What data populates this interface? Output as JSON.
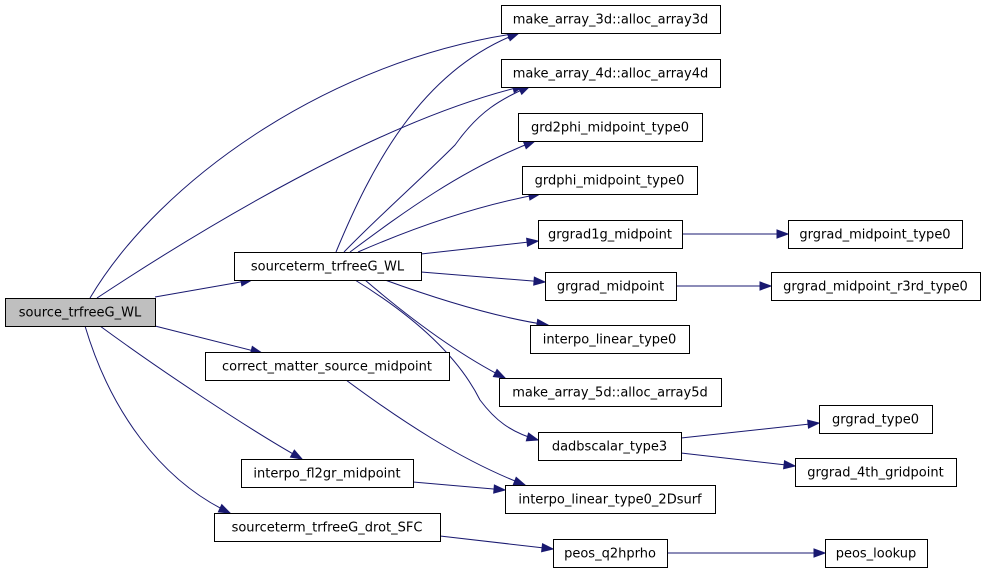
{
  "graph": {
    "nodes": [
      {
        "id": "n0",
        "label": "source_trfreeG_WL",
        "root": true
      },
      {
        "id": "n1",
        "label": "make_array_3d::alloc_array3d"
      },
      {
        "id": "n2",
        "label": "make_array_4d::alloc_array4d"
      },
      {
        "id": "n3",
        "label": "sourceterm_trfreeG_WL"
      },
      {
        "id": "n4",
        "label": "correct_matter_source_midpoint"
      },
      {
        "id": "n5",
        "label": "interpo_fl2gr_midpoint"
      },
      {
        "id": "n6",
        "label": "sourceterm_trfreeG_drot_SFC"
      },
      {
        "id": "n7",
        "label": "grd2phi_midpoint_type0"
      },
      {
        "id": "n8",
        "label": "grdphi_midpoint_type0"
      },
      {
        "id": "n9",
        "label": "grgrad1g_midpoint"
      },
      {
        "id": "n10",
        "label": "grgrad_midpoint"
      },
      {
        "id": "n11",
        "label": "interpo_linear_type0"
      },
      {
        "id": "n12",
        "label": "make_array_5d::alloc_array5d"
      },
      {
        "id": "n13",
        "label": "dadbscalar_type3"
      },
      {
        "id": "n14",
        "label": "interpo_linear_type0_2Dsurf"
      },
      {
        "id": "n15",
        "label": "peos_q2hprho"
      },
      {
        "id": "n16",
        "label": "grgrad_midpoint_type0"
      },
      {
        "id": "n17",
        "label": "grgrad_midpoint_r3rd_type0"
      },
      {
        "id": "n18",
        "label": "grgrad_type0"
      },
      {
        "id": "n19",
        "label": "grgrad_4th_gridpoint"
      },
      {
        "id": "n20",
        "label": "peos_lookup"
      }
    ],
    "edges": [
      {
        "from": "n0",
        "to": "n1"
      },
      {
        "from": "n0",
        "to": "n2"
      },
      {
        "from": "n0",
        "to": "n3"
      },
      {
        "from": "n0",
        "to": "n4"
      },
      {
        "from": "n0",
        "to": "n5"
      },
      {
        "from": "n0",
        "to": "n6"
      },
      {
        "from": "n3",
        "to": "n1"
      },
      {
        "from": "n3",
        "to": "n2"
      },
      {
        "from": "n3",
        "to": "n7"
      },
      {
        "from": "n3",
        "to": "n8"
      },
      {
        "from": "n3",
        "to": "n9"
      },
      {
        "from": "n3",
        "to": "n10"
      },
      {
        "from": "n3",
        "to": "n11"
      },
      {
        "from": "n3",
        "to": "n12"
      },
      {
        "from": "n3",
        "to": "n13"
      },
      {
        "from": "n4",
        "to": "n14"
      },
      {
        "from": "n5",
        "to": "n14"
      },
      {
        "from": "n6",
        "to": "n15"
      },
      {
        "from": "n9",
        "to": "n16"
      },
      {
        "from": "n10",
        "to": "n17"
      },
      {
        "from": "n13",
        "to": "n18"
      },
      {
        "from": "n13",
        "to": "n19"
      },
      {
        "from": "n15",
        "to": "n20"
      }
    ]
  }
}
